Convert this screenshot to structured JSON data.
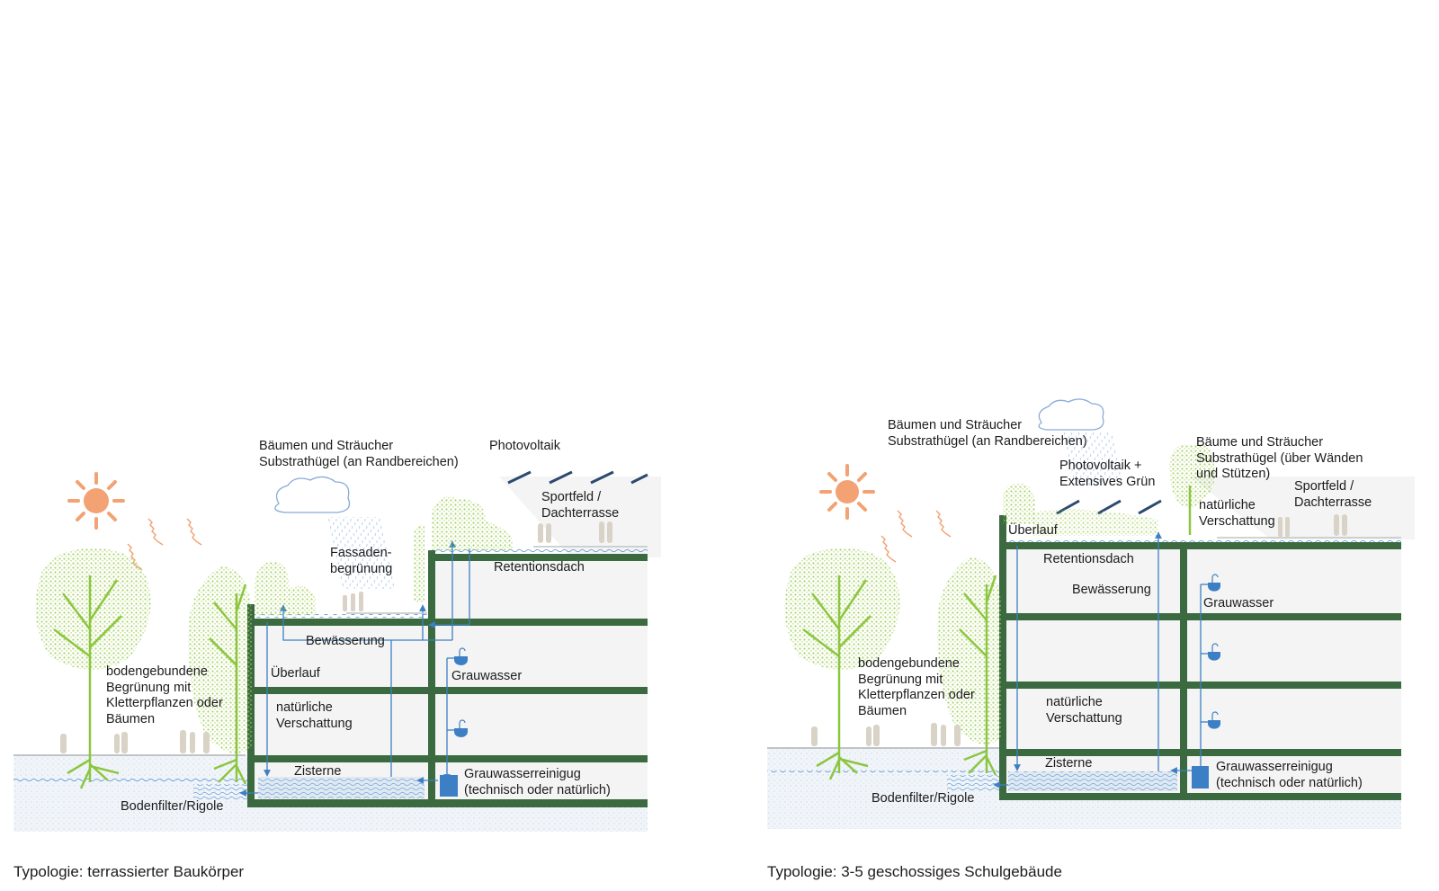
{
  "colors": {
    "structure": "#3b6a40",
    "water": "#3d7fc4",
    "foliage": "#9ccc4e",
    "sun": "#f2a273",
    "people": "#d9d2c6",
    "ground": "#eef3f8"
  },
  "panels": [
    {
      "caption": "Typologie: terrassierter Baukörper",
      "labels": {
        "trees_substrate": "Bäumen und Sträucher\nSubstrathügel (an Randbereichen)",
        "photovoltaics": "Photovoltaik",
        "sportfield": "Sportfeld /\nDachterrasse",
        "facade_greening": "Fassaden-\nbegrünung",
        "retention_roof": "Retentionsdach",
        "irrigation": "Bewässerung",
        "overflow": "Überlauf",
        "greywater": "Grauwasser",
        "natural_shading": "natürliche\nVerschattung",
        "cistern": "Zisterne",
        "greywater_treatment": "Grauwasserreinigug\n(technisch oder natürlich)",
        "ground_greening": "bodengebundene\nBegrünung mit\nKletterpflanzen oder\nBäumen",
        "soil_filter": "Bodenfilter/Rigole"
      },
      "icons": [
        "sun-icon",
        "heat-wave-icon",
        "cloud-rain-icon",
        "solar-panel-icon",
        "tree-icon",
        "people-icon",
        "sink-icon",
        "treatment-tank-icon",
        "arrow-icon"
      ]
    },
    {
      "caption": "Typologie: 3-5 geschossiges Schulgebäude",
      "labels": {
        "trees_substrate": "Bäumen und Sträucher\nSubstrathügel (an Randbereichen)",
        "pv_extensive": "Photovoltaik +\nExtensives Grün",
        "trees_over_walls": "Bäume und Sträucher\nSubstrathügel (über Wänden\nund Stützen)",
        "sportfield": "Sportfeld /\nDachterrasse",
        "roof_shading": "natürliche\nVerschattung",
        "overflow": "Überlauf",
        "retention_roof": "Retentionsdach",
        "irrigation": "Bewässerung",
        "greywater": "Grauwasser",
        "natural_shading": "natürliche\nVerschattung",
        "cistern": "Zisterne",
        "greywater_treatment": "Grauwasserreinigug\n(technisch oder natürlich)",
        "ground_greening": "bodengebundene\nBegrünung mit\nKletterpflanzen oder\nBäumen",
        "soil_filter": "Bodenfilter/Rigole"
      },
      "icons": [
        "sun-icon",
        "heat-wave-icon",
        "cloud-rain-icon",
        "solar-panel-icon",
        "tree-icon",
        "people-icon",
        "sink-icon",
        "treatment-tank-icon",
        "arrow-icon"
      ]
    }
  ]
}
